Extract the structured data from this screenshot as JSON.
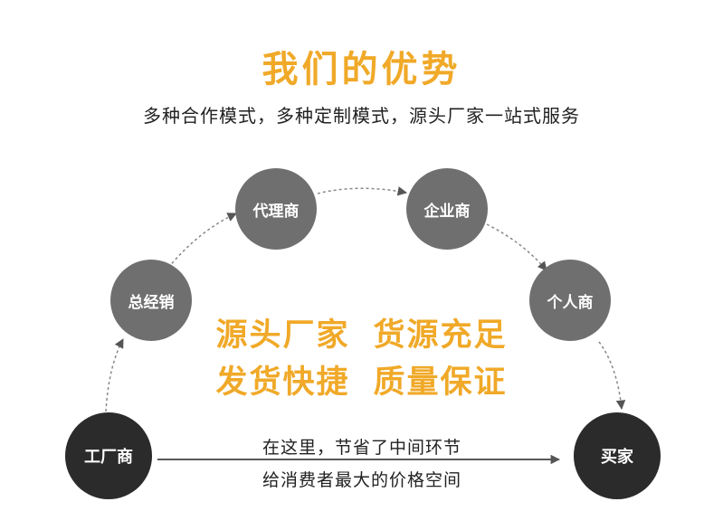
{
  "header": {
    "title": "我们的优势",
    "subtitle": "多种合作模式，多种定制模式，源头厂家一站式服务"
  },
  "nodes": {
    "factory": "工厂商",
    "distributor": "总经销",
    "agent": "代理商",
    "enterprise": "企业商",
    "individual": "个人商",
    "buyer": "买家"
  },
  "slogan": {
    "line1_a": "源头厂家",
    "line1_b": "货源充足",
    "line2_a": "发货快捷",
    "line2_b": "质量保证"
  },
  "bottom": {
    "line1": "在这里，节省了中间环节",
    "line2": "给消费者最大的价格空间"
  },
  "colors": {
    "accent": "#f0a928",
    "node_gray": "#6f6f6f",
    "node_dark": "#2b2b2b",
    "text": "#222222",
    "arrow": "#888888"
  }
}
